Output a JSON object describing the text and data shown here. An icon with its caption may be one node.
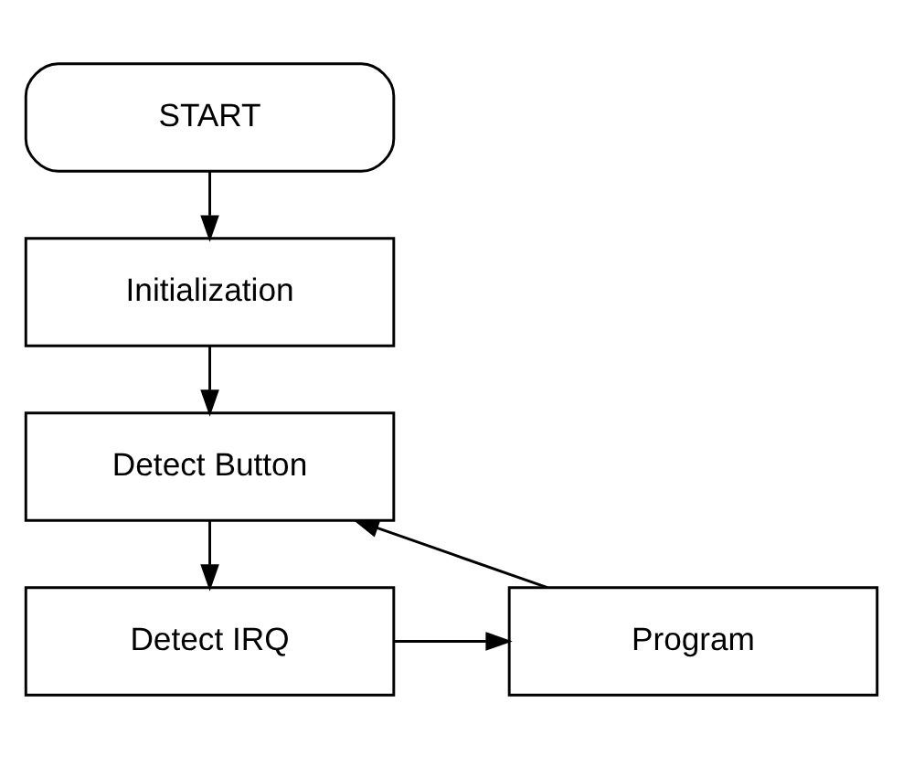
{
  "diagram": {
    "nodes": [
      {
        "text": [
          "START"
        ]
      },
      {
        "text": [
          "Initialization"
        ]
      },
      {
        "text": [
          "Detect Button"
        ]
      },
      {
        "text": [
          "Detect IRQ"
        ]
      },
      {
        "text": [
          "Program"
        ]
      }
    ],
    "edges": [
      {
        "from": 0,
        "to": 1,
        "arrow": "to"
      },
      {
        "from": 1,
        "to": 2,
        "arrow": "to"
      },
      {
        "from": 2,
        "to": 3,
        "arrow": "to"
      },
      {
        "from": 3,
        "to": 4,
        "arrow": "to"
      },
      {
        "from": 4,
        "to": 2,
        "arrow": "to"
      }
    ]
  }
}
